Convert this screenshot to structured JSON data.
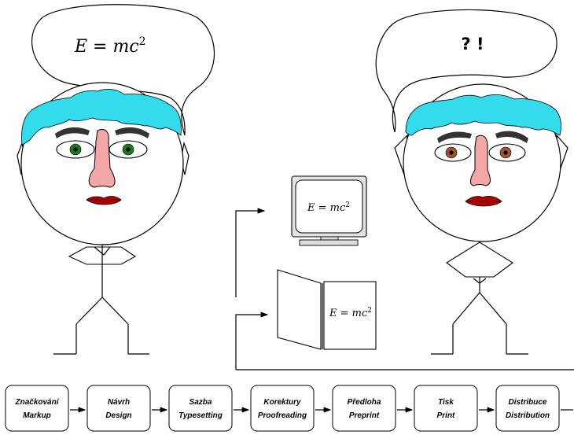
{
  "colors": {
    "hair": "#33dcec",
    "nose": "#f2a6a6",
    "lips": "#b00000",
    "left_iris": "#1a7a1a",
    "right_iris": "#a0522d",
    "monitor_frame": "#e2e2e2",
    "line": "#000000"
  },
  "left_bubble": {
    "formula": "E = mc",
    "exponent": "2"
  },
  "right_bubble": {
    "text": "? !"
  },
  "monitor": {
    "formula": "E = mc",
    "exponent": "2"
  },
  "book": {
    "formula": "E = mc",
    "exponent": "2"
  },
  "workflow": [
    {
      "line1": "Značkování",
      "line2": "Markup"
    },
    {
      "line1": "Návrh",
      "line2": "Design"
    },
    {
      "line1": "Sazba",
      "line2": "Typesetting"
    },
    {
      "line1": "Korektury",
      "line2": "Proofreading"
    },
    {
      "line1": "Předloha",
      "line2": "Preprint"
    },
    {
      "line1": "Tisk",
      "line2": "Print"
    },
    {
      "line1": "Distribuce",
      "line2": "Distribution"
    }
  ]
}
